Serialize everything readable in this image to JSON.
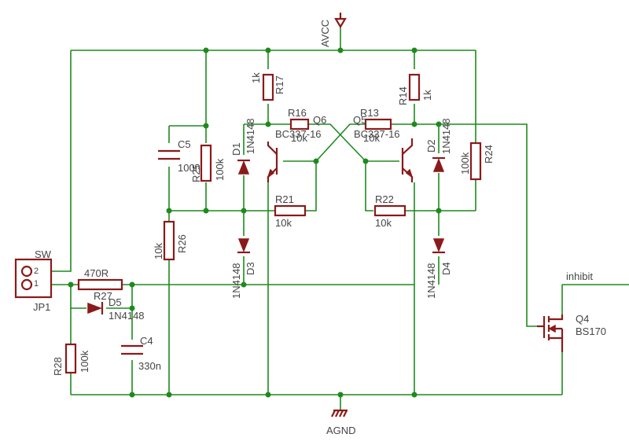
{
  "labels": {
    "avcc": "AVCC",
    "agnd": "AGND",
    "inhibit": "inhibit",
    "sw": "SW",
    "jp1": "JP1",
    "jp1_pin2": "2",
    "jp1_pin1": "1",
    "r27_value": "470R",
    "r27_name": "R27",
    "d5_name": "D5",
    "d5_value": "1N4148",
    "c4_name": "C4",
    "c4_value": "330n",
    "r28_name": "R28",
    "r28_value": "100k",
    "r26_name": "R26",
    "r26_value": "10k",
    "c5_name": "C5",
    "c5_value": "100n",
    "r25_name": "R25",
    "r25_value": "100k",
    "r17_name": "R17",
    "r17_value": "1k",
    "d1_name": "D1",
    "d1_value": "1N4148",
    "d3_name": "D3",
    "d3_value": "1N4148",
    "r16_name": "R16",
    "r16_value": "10k",
    "q6_name": "Q6",
    "q6_value": "BC337-16",
    "r21_name": "R21",
    "r21_value": "10k",
    "r13_name": "R13",
    "r13_value": "10k",
    "q5_name": "Q5",
    "q5_value": "BC337-16",
    "r22_name": "R22",
    "r22_value": "10k",
    "r14_name": "R14",
    "r14_value": "1k",
    "d2_name": "D2",
    "d2_value": "1N4148",
    "d4_name": "D4",
    "d4_value": "1N4148",
    "r24_name": "R24",
    "r24_value": "100k",
    "q4_name": "Q4",
    "q4_value": "BS170"
  }
}
